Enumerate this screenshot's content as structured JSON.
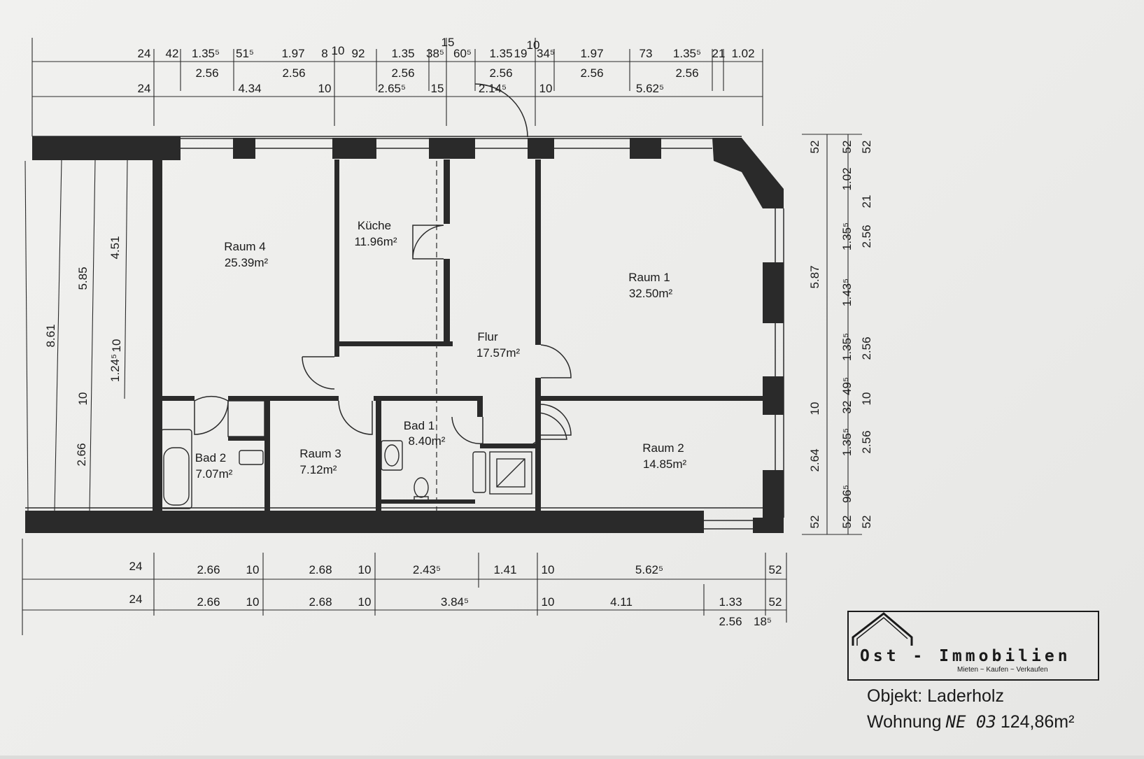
{
  "rooms": [
    {
      "name": "Raum 4",
      "area": "25.39m²"
    },
    {
      "name": "Küche",
      "area": "11.96m²"
    },
    {
      "name": "Raum 1",
      "area": "32.50m²"
    },
    {
      "name": "Flur",
      "area": "17.57m²"
    },
    {
      "name": "Bad 2",
      "area": "7.07m²"
    },
    {
      "name": "Raum 3",
      "area": "7.12m²"
    },
    {
      "name": "Bad 1",
      "area": "8.40m²"
    },
    {
      "name": "Raum 2",
      "area": "14.85m²"
    }
  ],
  "dimensions": {
    "top_row1": [
      "24",
      "42",
      "1.35⁵",
      "51⁵",
      "1.97",
      "8",
      "10",
      "92",
      "1.35",
      "38⁵",
      "60⁵",
      "15",
      "1.35",
      "19",
      "10",
      "34⁵",
      "1.97",
      "73",
      "1.35⁵",
      "21",
      "1.02"
    ],
    "top_row2": [
      "2.56",
      "2.56",
      "2.56",
      "2.56",
      "2.56",
      "2.56"
    ],
    "top_row3": [
      "24",
      "4.34",
      "10",
      "2.65⁵",
      "15",
      "2.14⁵",
      "10",
      "5.62⁵"
    ],
    "left": [
      "8.61",
      "5.85",
      "4.51",
      "10",
      "1.24⁵",
      "10",
      "2.66"
    ],
    "right_outer": [
      "52",
      "5.87",
      "10",
      "2.64",
      "52"
    ],
    "right_inner": [
      "52",
      "1.02",
      "1.35⁵",
      "1.43⁵",
      "1.35⁵",
      "49⁵",
      "32",
      "1.35⁵",
      "96⁵",
      "52"
    ],
    "right_far": [
      "52",
      "21",
      "2.56",
      "2.56",
      "10",
      "2.56",
      "52"
    ],
    "bottom_row1": [
      "24",
      "2.66",
      "10",
      "2.68",
      "10",
      "2.43⁵",
      "1.41",
      "10",
      "5.62⁵",
      "52"
    ],
    "bottom_row2": [
      "24",
      "2.66",
      "10",
      "2.68",
      "10",
      "3.84⁵",
      "10",
      "4.11",
      "1.33",
      "52"
    ],
    "bottom_row3": [
      "2.56",
      "18⁵"
    ]
  },
  "logo": {
    "name": "Ost - Immobilien",
    "tagline": "Mieten ~ Kaufen ~ Verkaufen"
  },
  "object": {
    "label": "Objekt: Laderholz",
    "unit_prefix": "Wohnung",
    "unit_code": "NE 03",
    "unit_area": "124,86m²"
  }
}
